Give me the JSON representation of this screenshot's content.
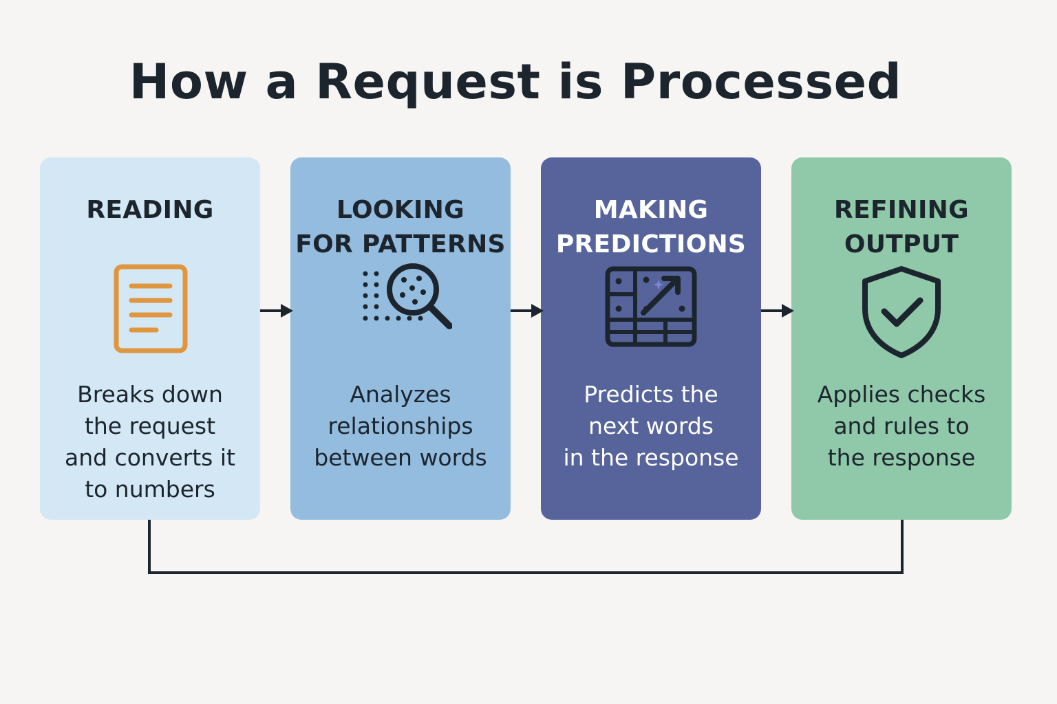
{
  "title": "How a Request is Processed",
  "stages": [
    {
      "title": "READING",
      "description": "Breaks down\nthe request\nand converts it\nto numbers",
      "icon": "document-icon",
      "color": "#d3e7f4"
    },
    {
      "title": "LOOKING\nFOR PATTERNS",
      "description": "Analyzes\nrelationships\nbetween words",
      "icon": "magnifier-dots-icon",
      "color": "#94bcde"
    },
    {
      "title": "MAKING\nPREDICTIONS",
      "description": "Predicts the\nnext words\nin the response",
      "icon": "grid-trend-icon",
      "color": "#57649c"
    },
    {
      "title": "REFINING\nOUTPUT",
      "description": "Applies checks\nand rules to\nthe response",
      "icon": "shield-check-icon",
      "color": "#90c8aa"
    }
  ],
  "colors": {
    "background": "#f6f5f3",
    "ink": "#1c252d",
    "document_icon": "#e0953f",
    "accent_sparkle": "#7c85d6"
  }
}
